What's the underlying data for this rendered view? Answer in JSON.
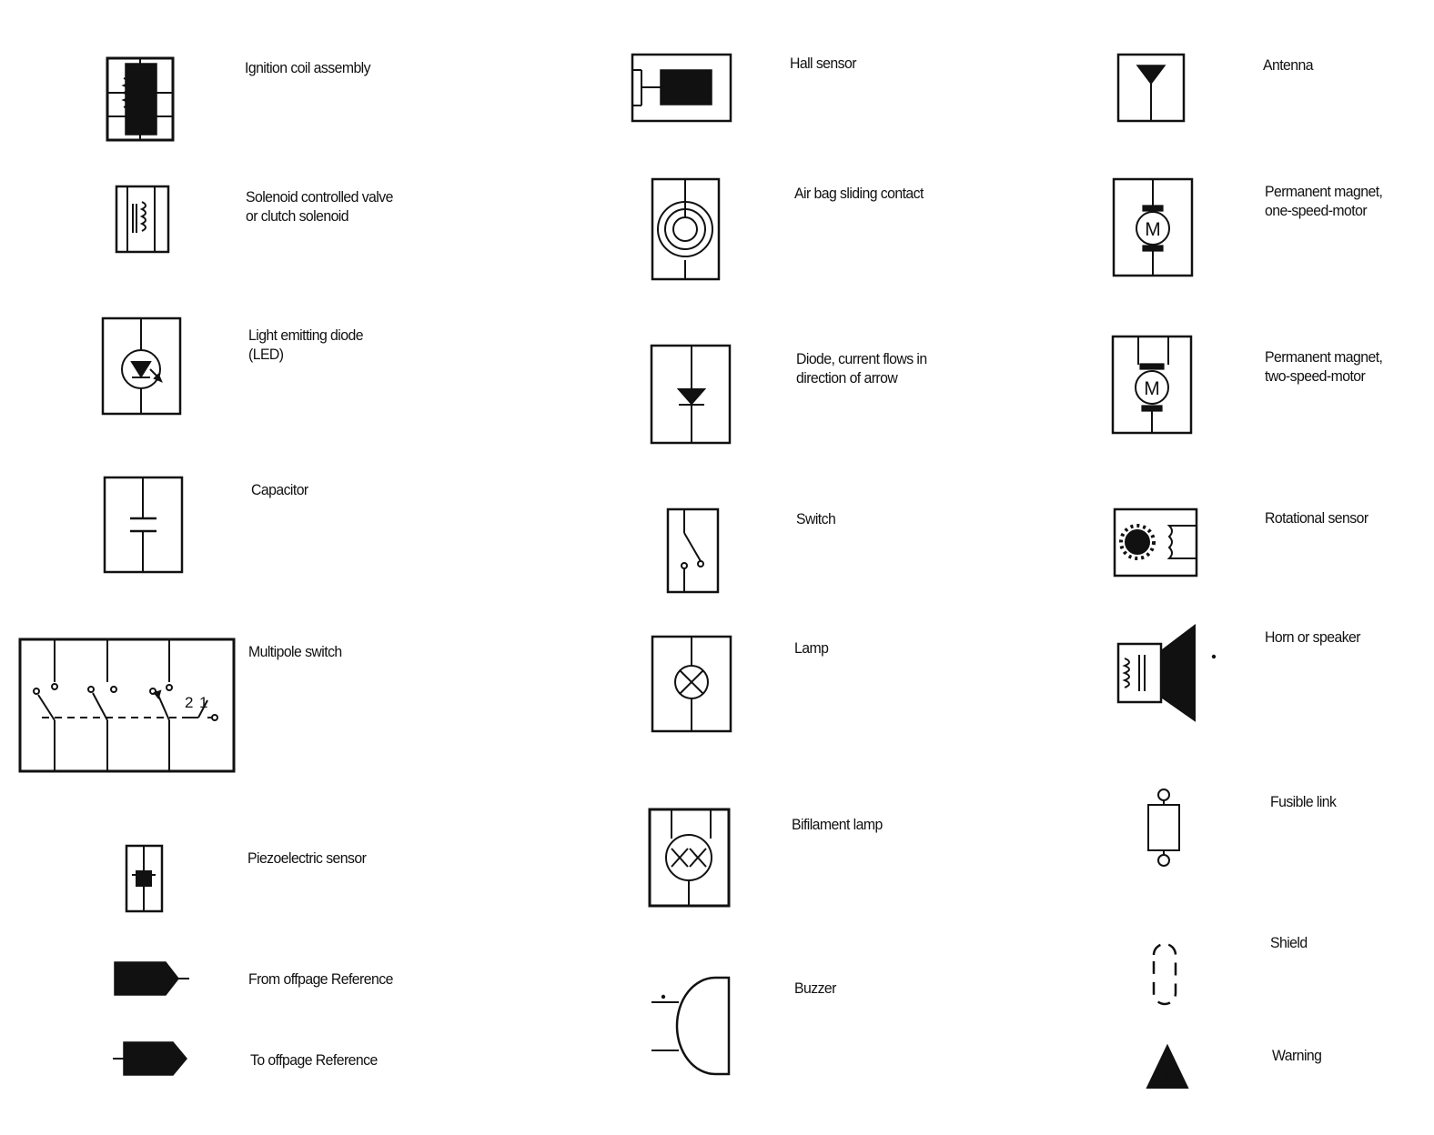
{
  "colors": {
    "line": "#111111",
    "fill_gray": "#b3b3b3",
    "background": "#ffffff"
  },
  "symbols": {
    "ignition_coil": {
      "label": "Ignition coil assembly"
    },
    "solenoid_valve": {
      "label": "Solenoid controlled valve\nor clutch solenoid"
    },
    "led": {
      "label": "Light emitting diode\n(LED)"
    },
    "capacitor": {
      "label": "Capacitor"
    },
    "multipole_switch": {
      "label": "Multipole switch",
      "mark_2": "2",
      "mark_1": "1"
    },
    "piezo_sensor": {
      "label": "Piezoelectric sensor"
    },
    "from_offpage": {
      "label": "From offpage Reference"
    },
    "to_offpage": {
      "label": "To offpage Reference"
    },
    "hall_sensor": {
      "label": "Hall sensor"
    },
    "airbag_contact": {
      "label": "Air bag sliding contact"
    },
    "diode": {
      "label": "Diode, current flows in\ndirection of arrow"
    },
    "switch": {
      "label": "Switch"
    },
    "lamp": {
      "label": "Lamp"
    },
    "bifilament_lamp": {
      "label": "Bifilament lamp"
    },
    "buzzer": {
      "label": "Buzzer"
    },
    "antenna": {
      "label": "Antenna"
    },
    "motor_one_speed": {
      "label": "Permanent magnet,\none-speed-motor",
      "motor_letter": "M"
    },
    "motor_two_speed": {
      "label": "Permanent magnet,\ntwo-speed-motor",
      "motor_letter": "M"
    },
    "rotational_sensor": {
      "label": "Rotational sensor"
    },
    "horn_speaker": {
      "label": "Horn or speaker"
    },
    "fusible_link": {
      "label": "Fusible link"
    },
    "shield": {
      "label": "Shield"
    },
    "warning": {
      "label": "Warning",
      "mark": "!"
    }
  }
}
